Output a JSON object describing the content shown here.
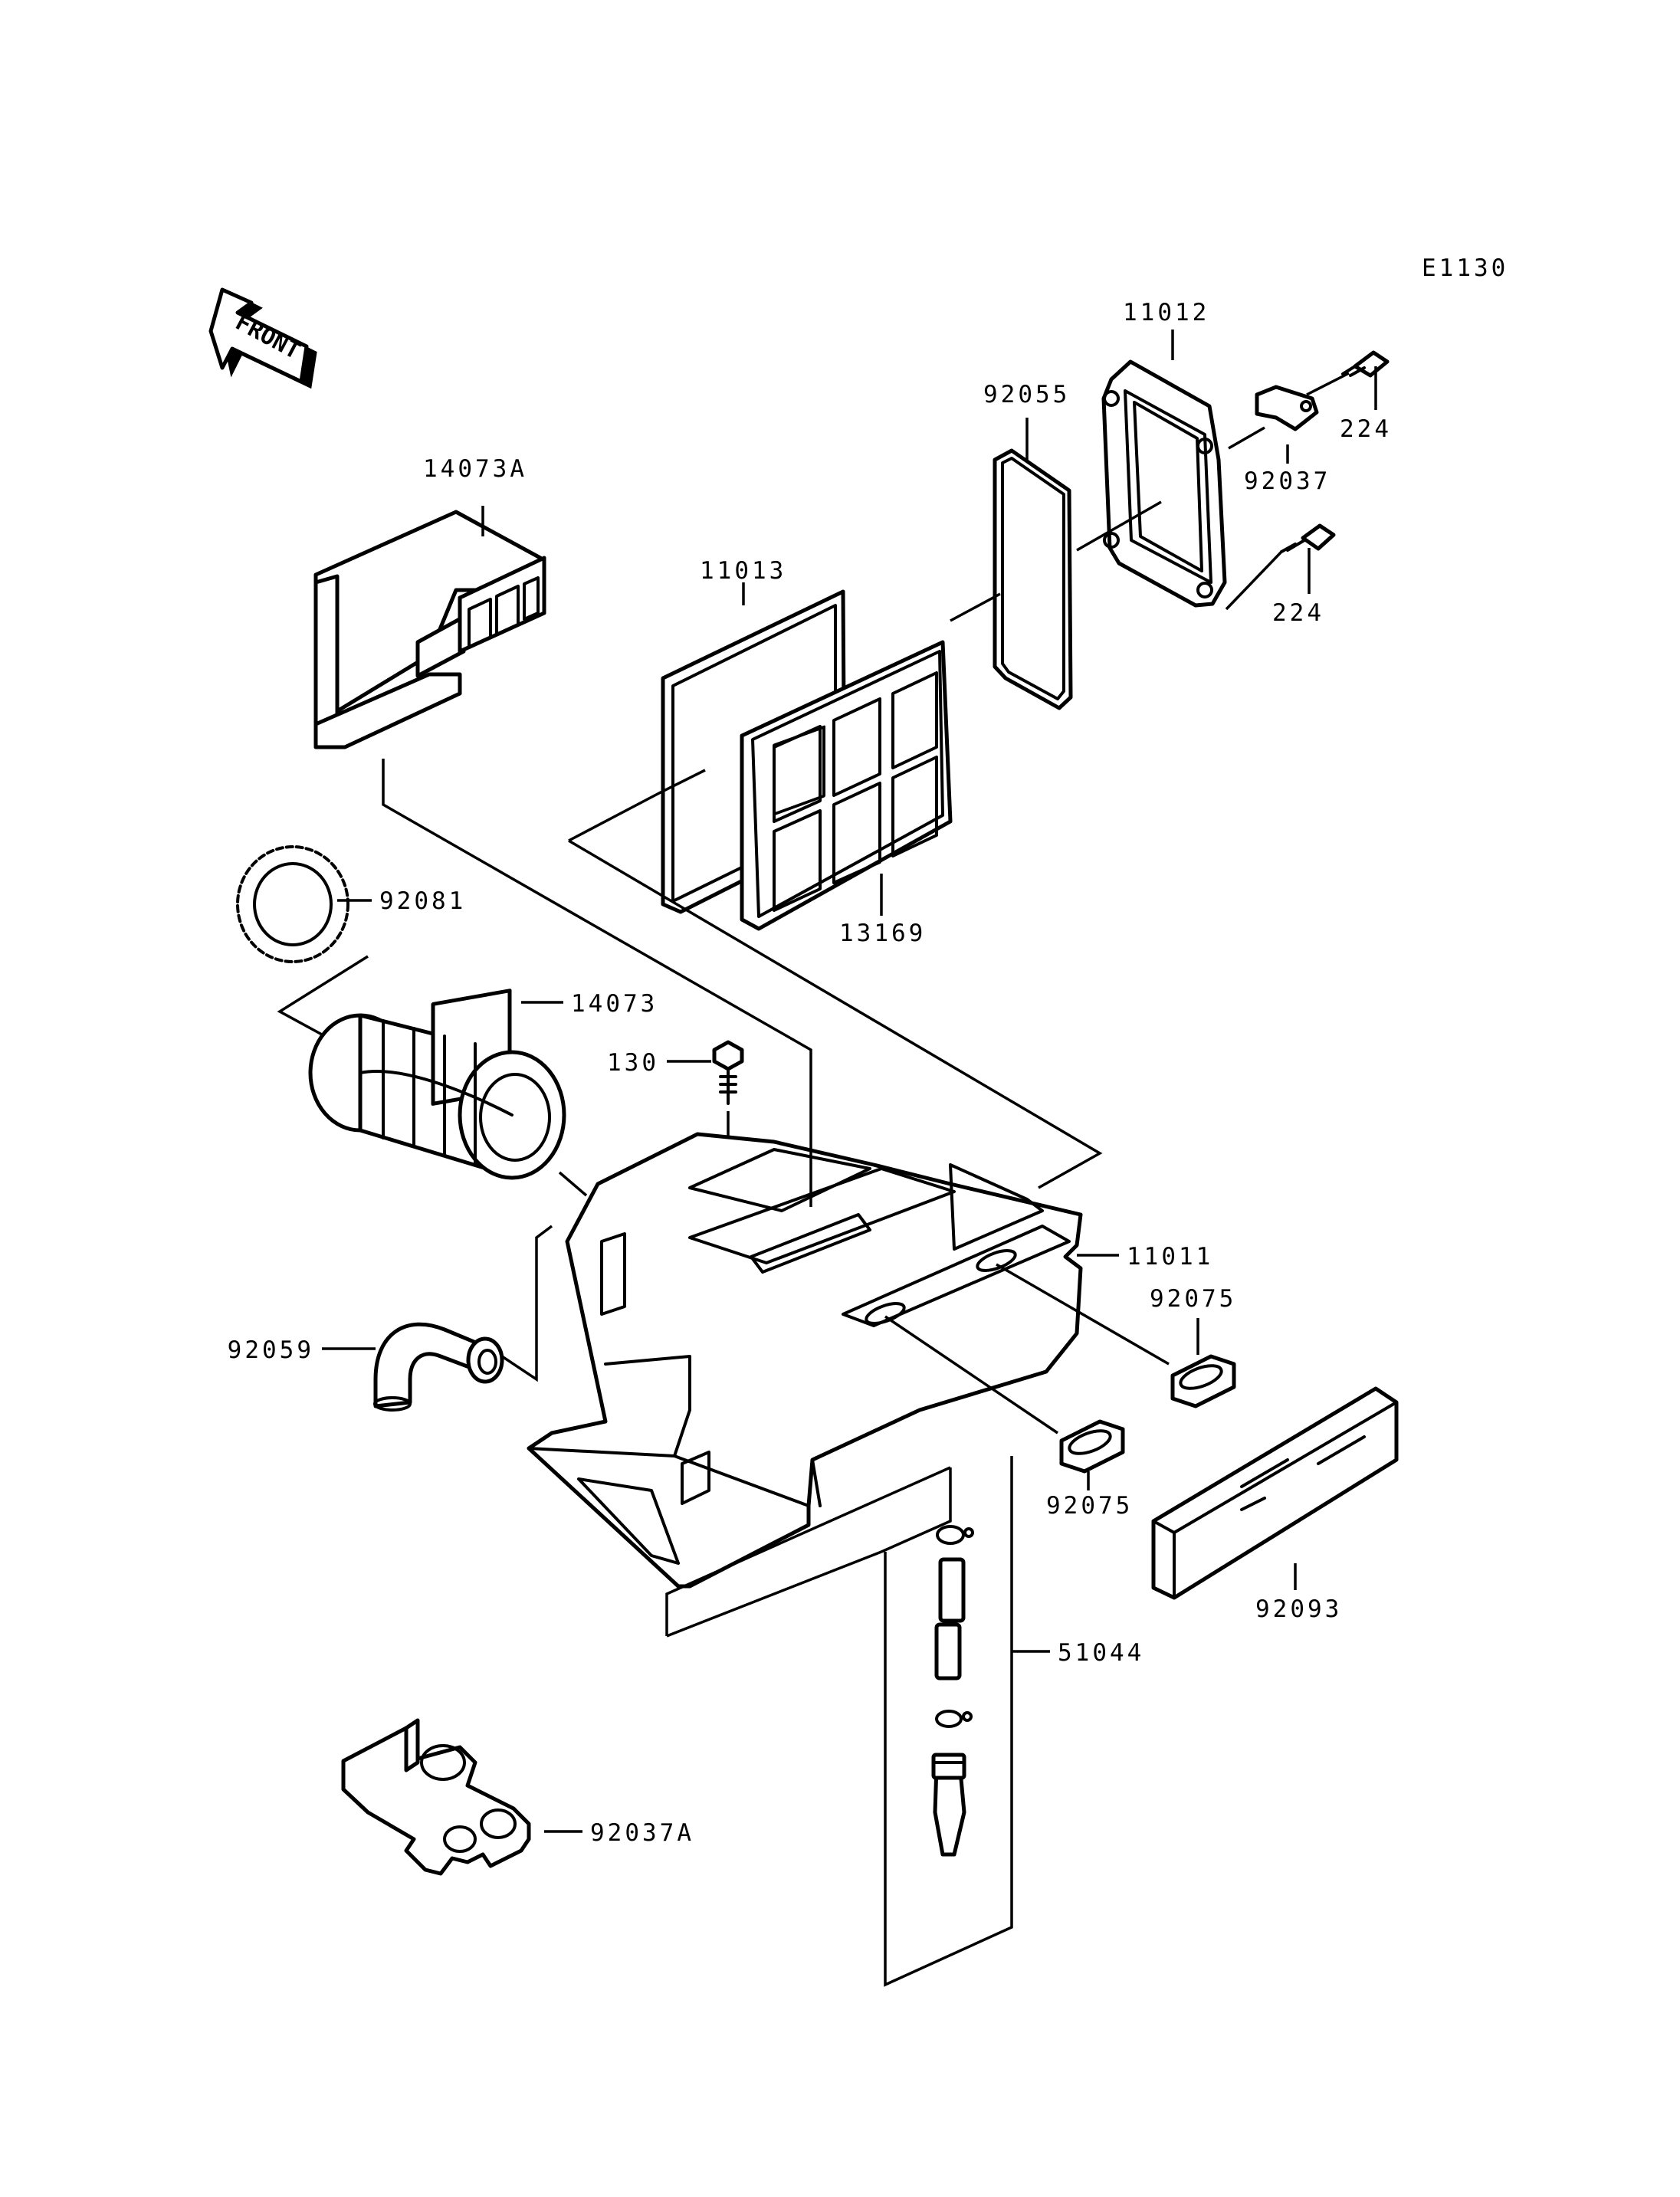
{
  "diagram_code": "E1130",
  "front_label": "FRONT",
  "parts": {
    "p14073A": "14073A",
    "p11013": "11013",
    "p92055": "92055",
    "p11012": "11012",
    "p224_top": "224",
    "p92037": "92037",
    "p224_bottom": "224",
    "p13169": "13169",
    "p92081": "92081",
    "p14073": "14073",
    "p130": "130",
    "p11011": "11011",
    "p92075_right": "92075",
    "p92059": "92059",
    "p92075_bottom": "92075",
    "p92093": "92093",
    "p51044": "51044",
    "p92037A": "92037A"
  }
}
